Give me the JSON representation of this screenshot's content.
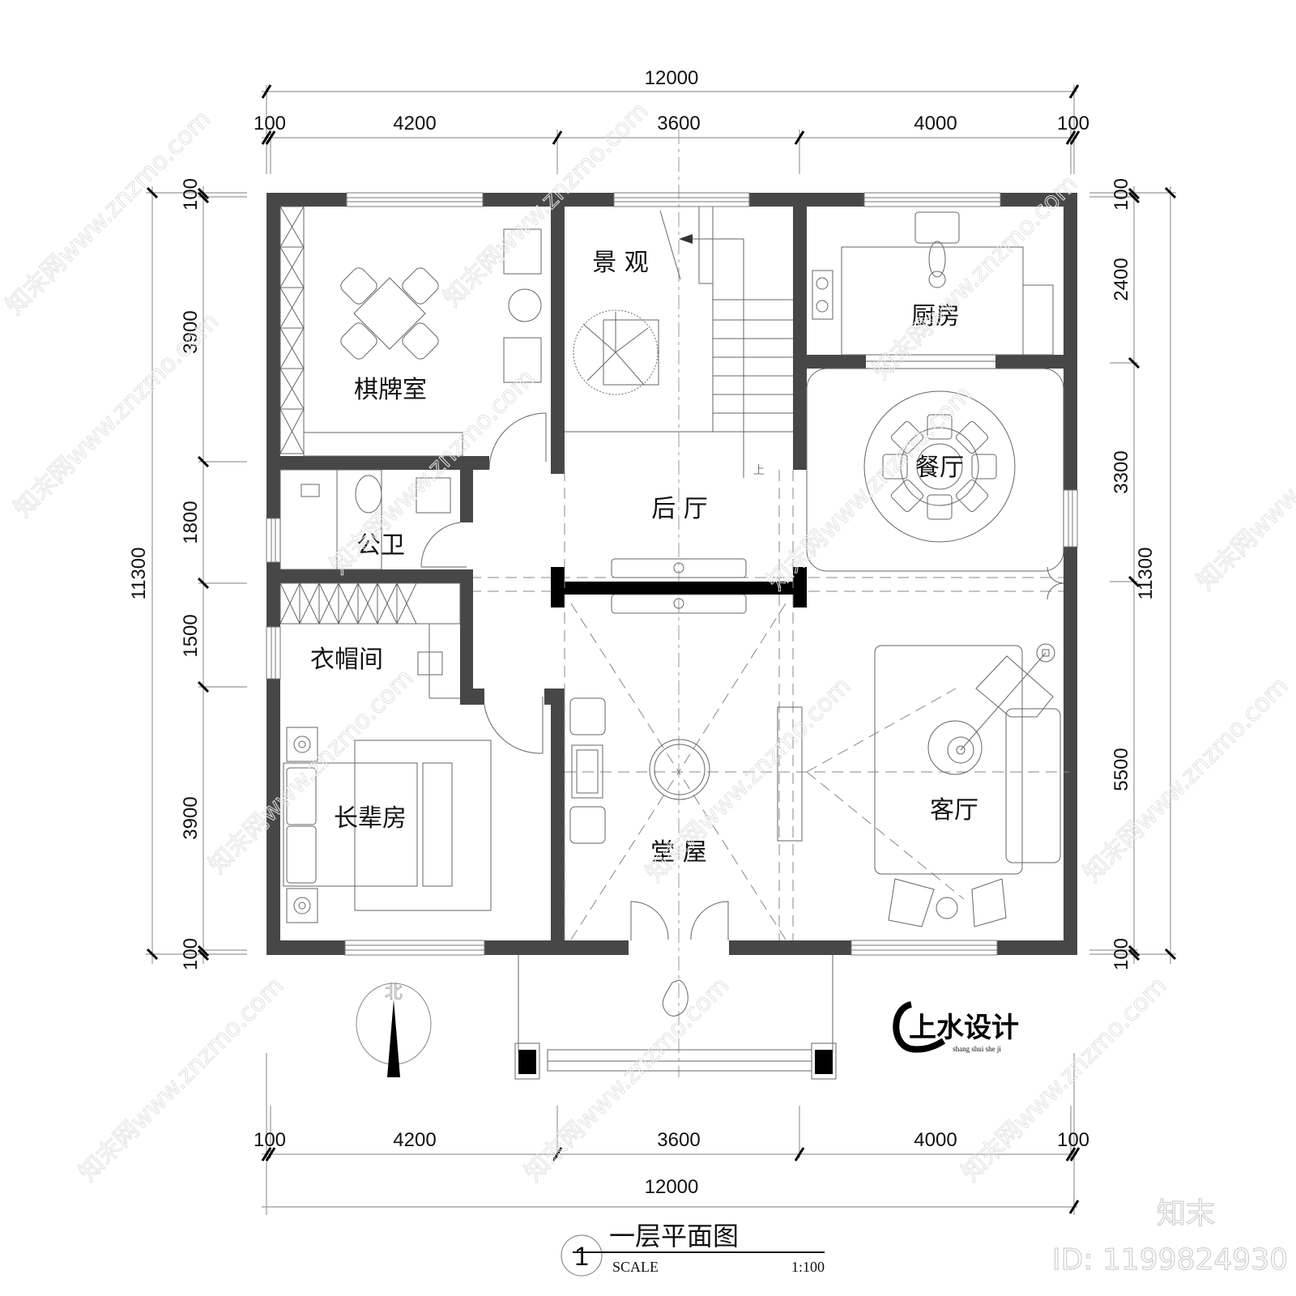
{
  "drawing": {
    "title": "一层平面图",
    "number": "1",
    "scale_label": "SCALE",
    "scale_value": "1:100"
  },
  "dimensions": {
    "top_total": "12000",
    "top_segments": [
      "100",
      "4200",
      "3600",
      "4000",
      "100"
    ],
    "bottom_total": "12000",
    "bottom_segments": [
      "100",
      "4200",
      "3600",
      "4000",
      "100"
    ],
    "left_total": "11300",
    "left_segments": [
      "100",
      "3900",
      "1800",
      "1500",
      "3900",
      "100"
    ],
    "right_total": "11300",
    "right_segments": [
      "100",
      "2400",
      "3300",
      "5500",
      "100"
    ]
  },
  "rooms": [
    {
      "id": "chess-room",
      "label": "棋牌室"
    },
    {
      "id": "landscape",
      "label": "景 观"
    },
    {
      "id": "kitchen",
      "label": "厨房"
    },
    {
      "id": "dining-room",
      "label": "餐厅"
    },
    {
      "id": "public-bathroom",
      "label": "公卫"
    },
    {
      "id": "back-hall",
      "label": "后 厅"
    },
    {
      "id": "cloakroom",
      "label": "衣帽间"
    },
    {
      "id": "elders-bedroom",
      "label": "长辈房"
    },
    {
      "id": "main-hall",
      "label": "堂 屋"
    },
    {
      "id": "living-room",
      "label": "客厅"
    }
  ],
  "compass": {
    "label": "北"
  },
  "stair": {
    "label": "上"
  },
  "logo": {
    "name": "上水设计",
    "subtitle": "shang shui she ji"
  },
  "watermark": {
    "text": "知末网www.znzmo.com",
    "brand": "知末",
    "id_label": "ID: 1199824930"
  }
}
